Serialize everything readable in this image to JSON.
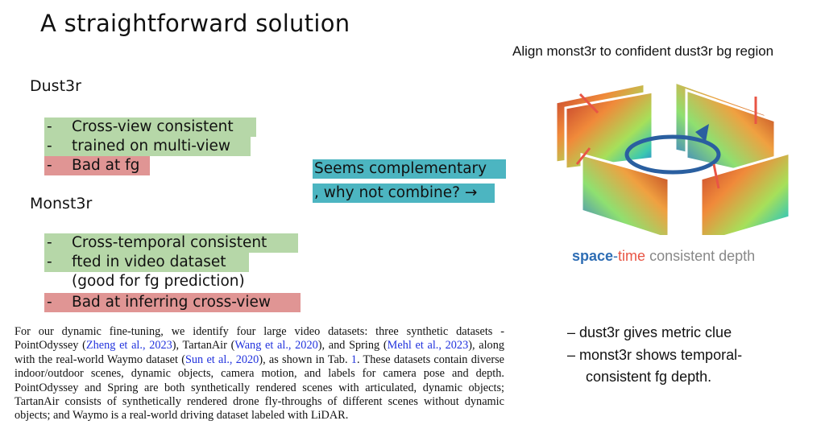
{
  "title": "A straightforward solution",
  "figure_caption": "Align monst3r to confident dust3r bg region",
  "dust3r": {
    "heading": "Dust3r",
    "items": [
      {
        "dash": "-",
        "text": "Cross-view consistent",
        "status": "good"
      },
      {
        "dash": "-",
        "text": "trained on multi-view",
        "status": "good"
      },
      {
        "dash": "-",
        "text": "Bad at fg",
        "status": "bad"
      }
    ]
  },
  "monst3r": {
    "heading": "Monst3r",
    "items": [
      {
        "dash": "-",
        "text": "Cross-temporal consistent",
        "status": "good"
      },
      {
        "dash": "-",
        "text": "fted in video dataset",
        "status": "good"
      },
      {
        "dash": "",
        "text": "(good for fg prediction)",
        "status": "none"
      },
      {
        "dash": "-",
        "text": "Bad at inferring cross-view",
        "status": "bad"
      }
    ]
  },
  "callout": {
    "line1": "Seems complementary",
    "line2": ", why not combine? →"
  },
  "figure": {
    "label_space": "space",
    "label_dash": "-",
    "label_time": "time",
    "label_rest": " consistent depth"
  },
  "paper": {
    "t1": "For our dynamic fine-tuning, we identify four large video datasets: three synthetic datasets - PointOdyssey (",
    "c1": "Zheng et al., 2023",
    "t2": "), TartanAir (",
    "c2": "Wang et al., 2020",
    "t3": "), and Spring (",
    "c3": "Mehl et al., 2023",
    "t4": "), along with the real-world Waymo dataset (",
    "c4": "Sun et al., 2020",
    "t5": "), as shown in Tab. ",
    "c5": "1",
    "t6": ". These datasets contain diverse indoor/outdoor scenes, dynamic objects, camera motion, and labels for camera pose and depth. PointOdyssey and Spring are both synthetically rendered scenes with articulated, dynamic objects; TartanAir consists of synthetically rendered drone fly-throughs of different scenes without dynamic objects; and Waymo is a real-world driving dataset labeled with LiDAR."
  },
  "notes": [
    "– dust3r gives metric clue",
    "– monst3r shows temporal-",
    "consistent fg depth."
  ],
  "colors": {
    "good": "#b6d7a8",
    "bad": "#e09594",
    "callout": "#4cb5c1",
    "link": "#2233dd"
  }
}
